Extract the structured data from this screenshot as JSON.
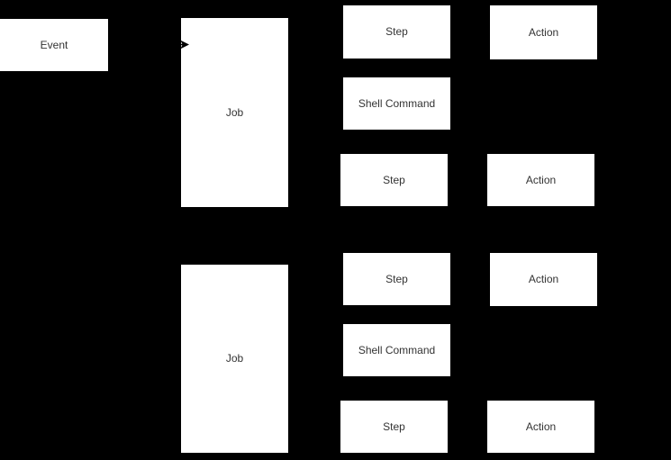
{
  "diagram": {
    "background_color": "#000000",
    "node_fill_color": "#ffffff",
    "node_text_color": "#333333",
    "arrow_color": "#000000",
    "nodes": {
      "event": {
        "label": "Event"
      },
      "job1": {
        "label": "Job"
      },
      "job2": {
        "label": "Job"
      },
      "step1": {
        "label": "Step"
      },
      "step2": {
        "label": "Step"
      },
      "step3": {
        "label": "Step"
      },
      "step4": {
        "label": "Step"
      },
      "shell1": {
        "label": "Shell Command"
      },
      "shell2": {
        "label": "Shell Command"
      },
      "action1": {
        "label": "Action"
      },
      "action2": {
        "label": "Action"
      },
      "action3": {
        "label": "Action"
      },
      "action4": {
        "label": "Action"
      }
    },
    "arrowheads": [
      {
        "name": "event-to-job-arrowhead",
        "direction": "right"
      }
    ]
  }
}
